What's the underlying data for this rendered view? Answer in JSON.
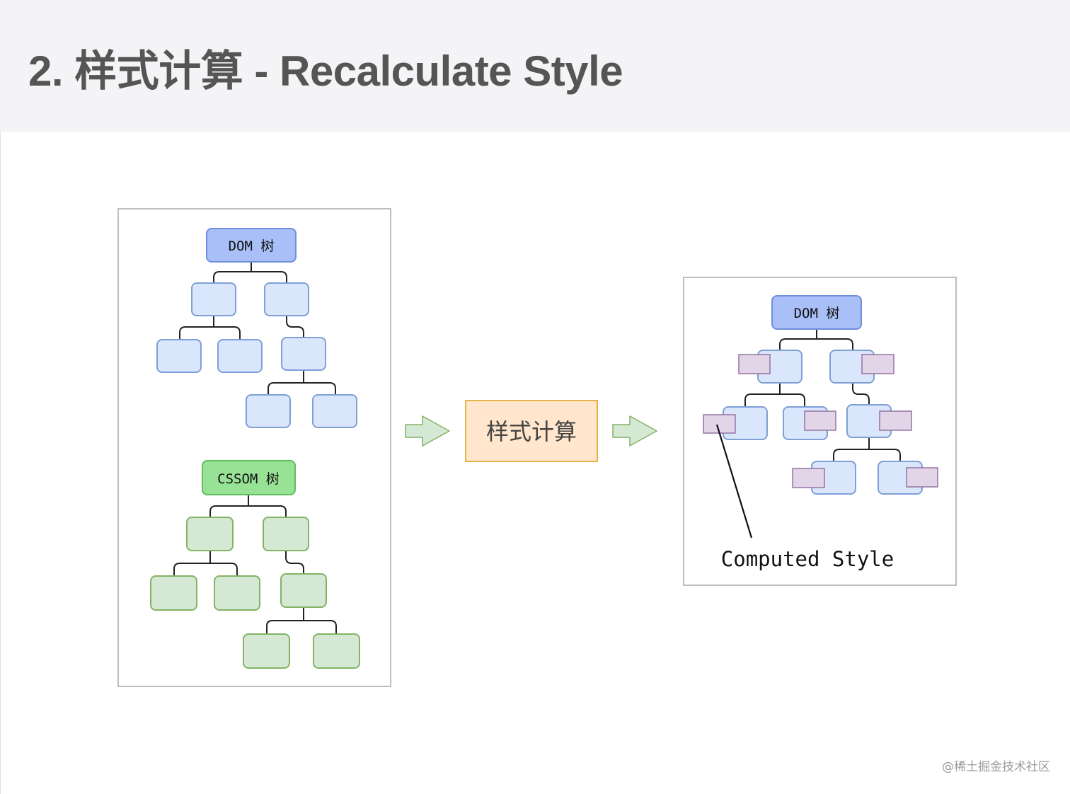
{
  "slide": {
    "title": "2. 样式计算 - Recalculate Style",
    "watermark": "@稀土掘金技术社区"
  },
  "colors": {
    "dom_root_fill": "#a8bff7",
    "dom_root_stroke": "#6f8fdc",
    "dom_node_fill": "#dae6fc",
    "dom_node_stroke": "#7f9fd5",
    "cssom_root_fill": "#98e296",
    "cssom_root_stroke": "#5cbf5a",
    "cssom_node_fill": "#d5e8d4",
    "cssom_node_stroke": "#82b366",
    "process_fill": "#ffe6cc",
    "process_stroke": "#e6b34a",
    "style_fill": "#e1d5e7",
    "style_stroke": "#9673a6",
    "arrow_fill": "#d5e8d4",
    "arrow_stroke": "#82b366"
  },
  "input_panel": {
    "dom_tree_label": "DOM 树",
    "cssom_tree_label": "CSSOM 树"
  },
  "process": {
    "label": "样式计算"
  },
  "output_panel": {
    "dom_tree_label": "DOM 树",
    "computed_style_label": "Computed Style"
  }
}
